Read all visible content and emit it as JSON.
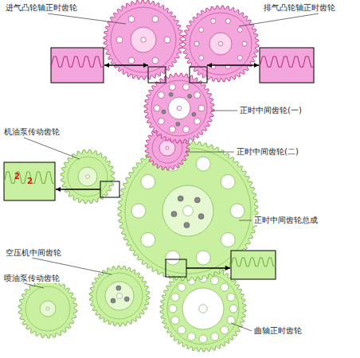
{
  "diagram": {
    "labels": [
      "进气凸轮轴正时齿轮",
      "排气凸轮轴正时齿轮",
      "正时中间齿轮(一)",
      "正时中间齿轮(二)",
      "机油泵传动齿轮",
      "2",
      "2",
      "正时中间齿轮总成",
      "空压机中间齿轮",
      "喷油泵传动齿轮",
      "曲轴正时齿轮"
    ]
  }
}
